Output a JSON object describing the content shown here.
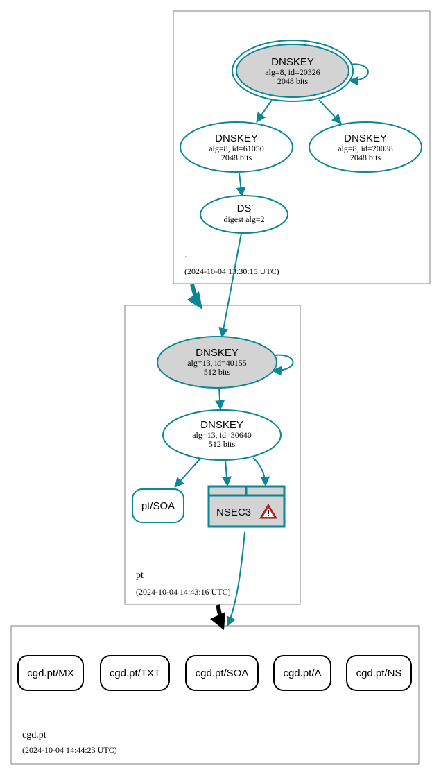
{
  "colors": {
    "edge": "#0a8696",
    "node_fill_gray": "#d3d3d3",
    "zone_border": "#808080",
    "black": "#000000",
    "warning_red": "#cc2222"
  },
  "zones": {
    "root": {
      "name": ".",
      "timestamp": "(2024-10-04 13:30:15 UTC)"
    },
    "pt": {
      "name": "pt",
      "timestamp": "(2024-10-04 14:43:16 UTC)"
    },
    "cgd": {
      "name": "cgd.pt",
      "timestamp": "(2024-10-04 14:44:23 UTC)"
    }
  },
  "nodes": {
    "root_ksk": {
      "title": "DNSKEY",
      "line1": "alg=8, id=20326",
      "line2": "2048 bits"
    },
    "root_zsk1": {
      "title": "DNSKEY",
      "line1": "alg=8, id=61050",
      "line2": "2048 bits"
    },
    "root_zsk2": {
      "title": "DNSKEY",
      "line1": "alg=8, id=20038",
      "line2": "2048 bits"
    },
    "pt_ds": {
      "title": "DS",
      "line1": "digest alg=2"
    },
    "pt_ksk": {
      "title": "DNSKEY",
      "line1": "alg=13, id=40155",
      "line2": "512 bits"
    },
    "pt_zsk": {
      "title": "DNSKEY",
      "line1": "alg=13, id=30640",
      "line2": "512 bits"
    },
    "pt_soa": {
      "label": "pt/SOA"
    },
    "pt_nsec3": {
      "label": "NSEC3",
      "icon": "warning-icon"
    }
  },
  "records": [
    {
      "label": "cgd.pt/MX"
    },
    {
      "label": "cgd.pt/TXT"
    },
    {
      "label": "cgd.pt/SOA"
    },
    {
      "label": "cgd.pt/A"
    },
    {
      "label": "cgd.pt/NS"
    }
  ]
}
